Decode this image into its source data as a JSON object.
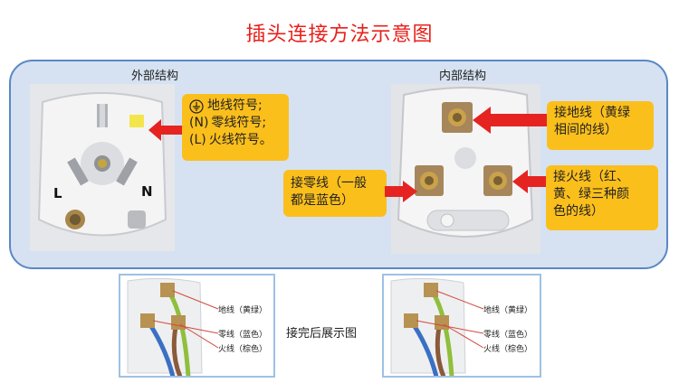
{
  "title": "插头连接方法示意图",
  "external": {
    "heading": "外部结构",
    "label_l": "L",
    "label_n": "N",
    "symbol_n": "N",
    "symbol_l": "L",
    "callout": [
      "地线符号;",
      "零线符号;",
      "火线符号。"
    ]
  },
  "internal": {
    "heading": "内部结构",
    "earth_callout": [
      "接地线（黄绿",
      "相间的线）"
    ],
    "neutral_callout": [
      "接零线（一般",
      "都是蓝色）"
    ],
    "live_callout": [
      "接火线（红、",
      "黄、绿三种颜",
      "色的线）"
    ]
  },
  "bottom": {
    "caption": "接完后展示图",
    "labels": [
      "地线（黄绿）",
      "零线（蓝色）",
      "火线（棕色）"
    ]
  },
  "colors": {
    "title": "#e8201c",
    "panel_bg": "#d6e2f1",
    "panel_border": "#5b87c4",
    "callout": "#fbbf1c",
    "arrow": "#e52421",
    "earth_wire": "#8fbf3c",
    "neutral_wire": "#3b6fc4",
    "live_wire": "#8a5a3a"
  }
}
